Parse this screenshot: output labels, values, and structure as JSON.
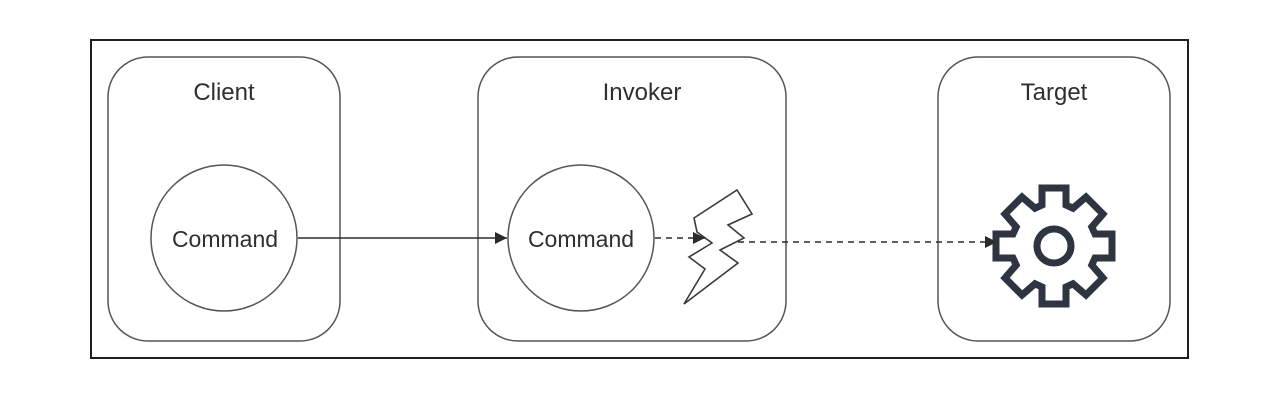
{
  "diagram": {
    "client": {
      "title": "Client",
      "command_label": "Command"
    },
    "invoker": {
      "title": "Invoker",
      "command_label": "Command"
    },
    "target": {
      "title": "Target"
    },
    "icons": {
      "trigger": "lightning-bolt-icon",
      "target": "gear-icon"
    },
    "colors": {
      "stroke": "#2b2b2b",
      "gear": "#2e3440",
      "background": "#ffffff"
    }
  }
}
